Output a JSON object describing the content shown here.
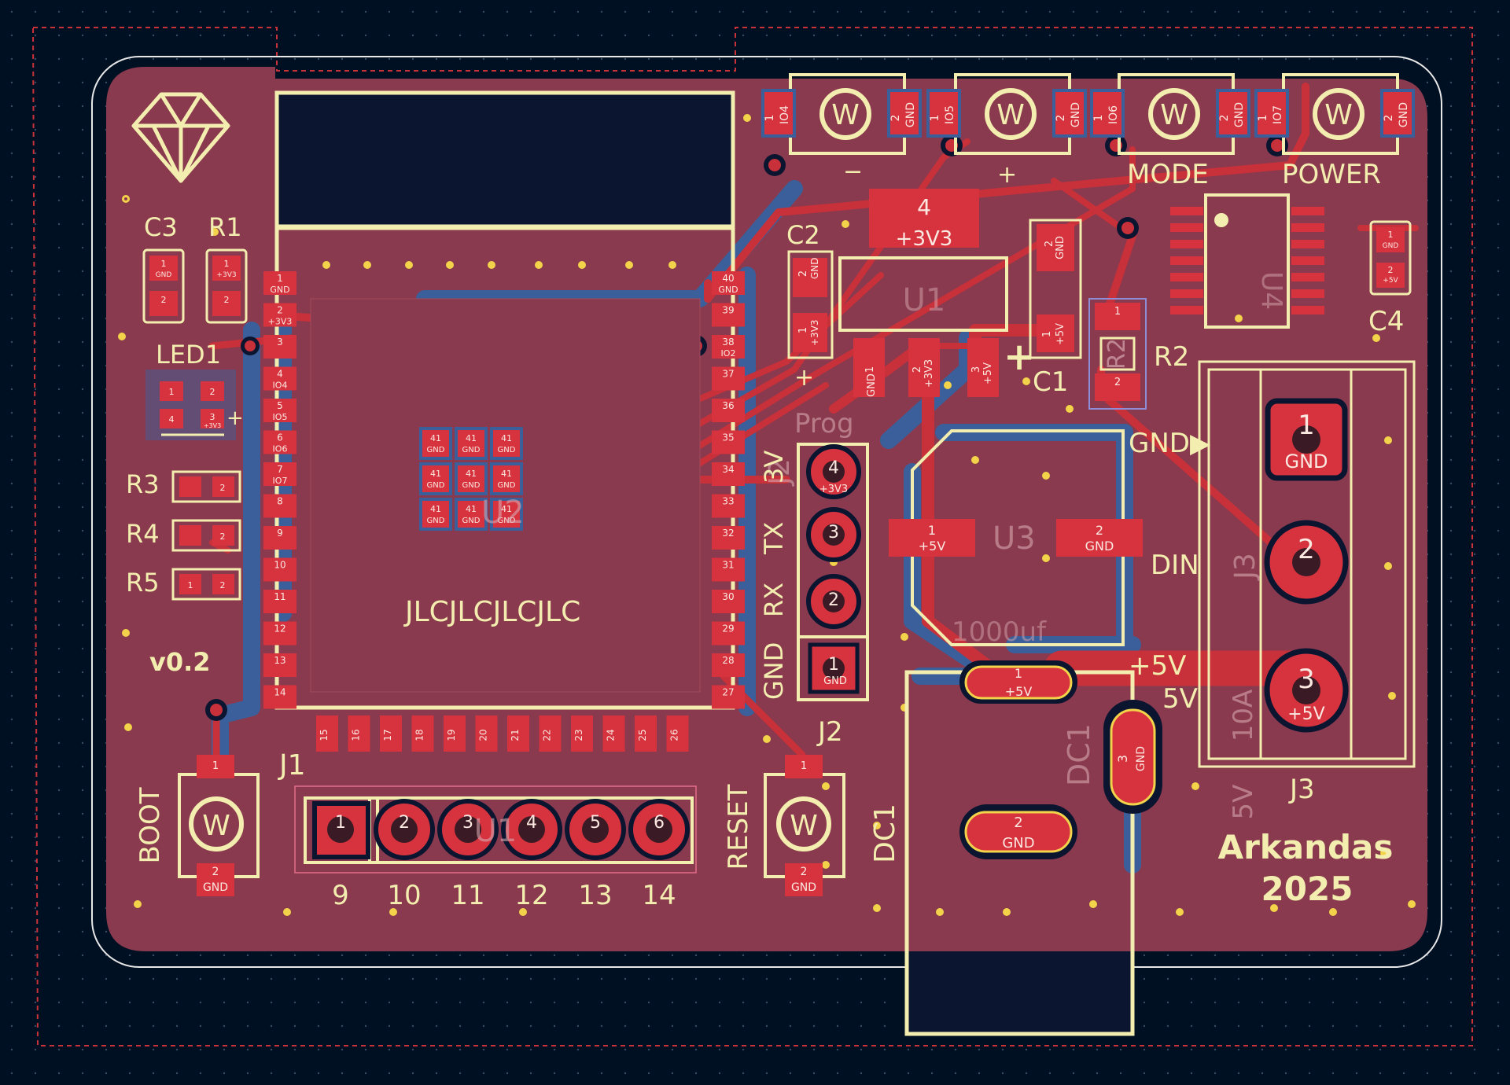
{
  "colors": {
    "background": "#001023",
    "board": "#8a3a4e",
    "copper_top": "#c8303a",
    "copper_bottom": "#3b5f9a",
    "silk": "#f3eeb0",
    "pad": "#d6333f",
    "pad_text": "#fbe8e0",
    "via_ring": "#f3d34a",
    "edge_red": "#c83238"
  },
  "board": {
    "version_label": "v0.2",
    "author": "Arkandas",
    "year": "2025",
    "logo_icon": "gem-icon",
    "jlc_text": "JLCJLCJLCJLC"
  },
  "refs": {
    "C3": "C3",
    "R1": "R1",
    "C2": "C2",
    "C4": "C4",
    "C1": "C1",
    "R2": "R2",
    "LED1": "LED1",
    "R3": "R3",
    "R4": "R4",
    "R5": "R5",
    "J1": "J1",
    "J2": "J2",
    "J3": "J3",
    "DC1": "DC1",
    "U1": "U1",
    "U2": "U2",
    "U3": "U3",
    "U4": "U4",
    "prog": "Prog",
    "tenA": "10A",
    "fiveV_small": "5V",
    "capval": "1000uf"
  },
  "silk_labels": {
    "minus": "−",
    "plus": "+",
    "mode": "MODE",
    "power": "POWER",
    "gnd_arrow": "GND▶",
    "din": "DIN",
    "plus5v": "+5V",
    "v5": "5V",
    "boot": "BOOT",
    "reset": "RESET",
    "dc1": "DC1",
    "j2_3v": "3V",
    "j2_tx": "TX",
    "j2_rx": "RX",
    "j2_gnd": "GND",
    "plus_sign": "+"
  },
  "header_numbers": [
    "9",
    "10",
    "11",
    "12",
    "13",
    "14"
  ],
  "pads": {
    "gnd": "GND",
    "p3v3": "+3V3",
    "p5v": "+5V",
    "one": "1",
    "two": "2",
    "three": "3",
    "four": "4",
    "reg_top": "4",
    "reg_top_net": "+3V3",
    "io04": "IO4",
    "io05": "IO5",
    "io06": "IO6",
    "io07": "IO7",
    "io02": "IO2",
    "n41": "41"
  },
  "esp_left_pins": [
    "1",
    "2",
    "3",
    "4",
    "5",
    "6",
    "7",
    "8",
    "9",
    "10",
    "11",
    "12",
    "13",
    "14"
  ],
  "esp_left_nets": [
    "GND",
    "+3V3",
    "",
    "IO4",
    "IO5",
    "IO6",
    "IO7",
    "",
    "",
    "",
    "",
    "",
    "",
    ""
  ],
  "esp_right_pins": [
    "40",
    "39",
    "38",
    "37",
    "36",
    "35",
    "34",
    "33",
    "32",
    "31",
    "30",
    "29",
    "28",
    "27"
  ],
  "esp_right_nets": [
    "GND",
    "",
    "IO2",
    "",
    "",
    "",
    "",
    "",
    "",
    "",
    "",
    "",
    "",
    ""
  ],
  "esp_bottom_pins": [
    "15",
    "16",
    "17",
    "18",
    "19",
    "20",
    "21",
    "22",
    "23",
    "24",
    "25",
    "26"
  ],
  "buttons_top": [
    {
      "pin1": "1",
      "net": "IO4",
      "pin2": "2",
      "gnd": "GND"
    },
    {
      "pin1": "1",
      "net": "IO5",
      "pin2": "2",
      "gnd": "GND"
    },
    {
      "pin1": "1",
      "net": "IO6",
      "pin2": "2",
      "gnd": "GND"
    },
    {
      "pin1": "1",
      "net": "IO7",
      "pin2": "2",
      "gnd": "GND"
    }
  ]
}
